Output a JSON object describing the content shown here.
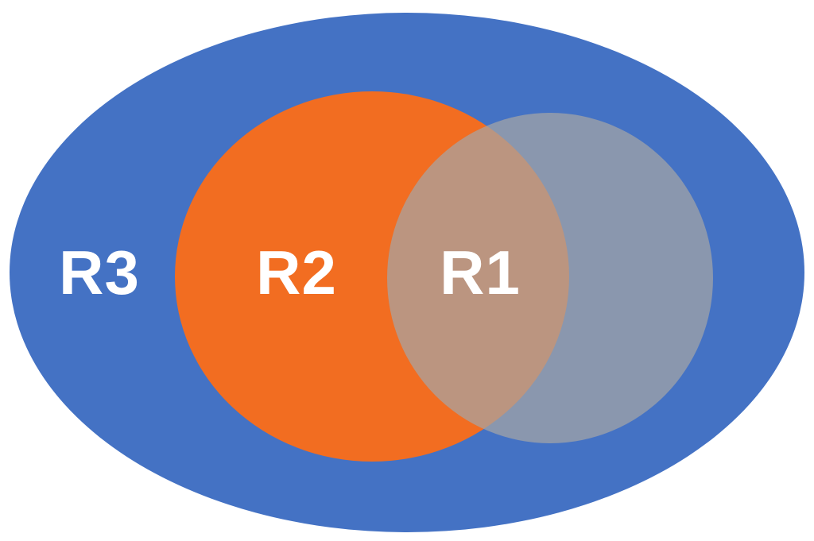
{
  "diagram": {
    "regions": [
      {
        "id": "r3",
        "label": "R3",
        "color": "#4472c4"
      },
      {
        "id": "r2",
        "label": "R2",
        "color": "#f26d21"
      },
      {
        "id": "r1",
        "label": "R1",
        "color": "#a5a5a5"
      }
    ]
  }
}
